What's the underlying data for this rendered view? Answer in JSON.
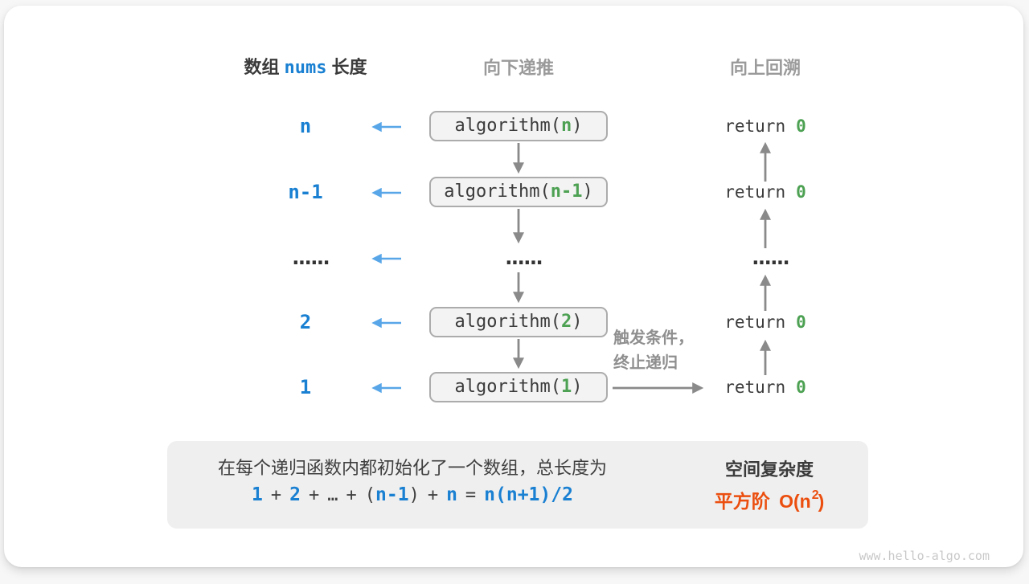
{
  "header": {
    "array_label_prefix": "数组",
    "array_label_code": "nums",
    "array_label_suffix": "长度",
    "recurse_down": "向下递推",
    "backtrack_up": "向上回溯"
  },
  "rows": [
    {
      "length": "n",
      "call_prefix": "algorithm(",
      "param": "n",
      "call_suffix": ")",
      "return_keyword": "return",
      "return_value": "0"
    },
    {
      "length": "n-1",
      "call_prefix": "algorithm(",
      "param": "n-1",
      "call_suffix": ")",
      "return_keyword": "return",
      "return_value": "0"
    },
    {
      "length": "......",
      "middle": "......",
      "right": "......"
    },
    {
      "length": "2",
      "call_prefix": "algorithm(",
      "param": "2",
      "call_suffix": ")",
      "return_keyword": "return",
      "return_value": "0"
    },
    {
      "length": "1",
      "call_prefix": "algorithm(",
      "param": "1",
      "call_suffix": ")",
      "return_keyword": "return",
      "return_value": "0"
    }
  ],
  "trigger": {
    "line1": "触发条件，",
    "line2": "终止递归"
  },
  "panel": {
    "description": "在每个递归函数内都初始化了一个数组，总长度为",
    "formula": [
      {
        "t": "1"
      },
      {
        "t": "+"
      },
      {
        "t": "2"
      },
      {
        "t": "+"
      },
      {
        "t": "…"
      },
      {
        "t": "+"
      },
      {
        "t": "("
      },
      {
        "t": "n-1"
      },
      {
        "t": ")"
      },
      {
        "t": "+"
      },
      {
        "t": "n"
      },
      {
        "t": "="
      },
      {
        "t": "n(n+1)/2"
      }
    ],
    "result_title": "空间复杂度",
    "result_prefix": "平方阶 O(n",
    "result_sup": "2",
    "result_suffix": ")"
  },
  "watermark": "www.hello-algo.com",
  "colors": {
    "accent_blue": "#1a80d2",
    "arrow_blue": "#58a6e8",
    "code_green": "#4da153",
    "arrow_gray": "#8a8a8a",
    "highlight_orange": "#eb4e0e",
    "panel_gray": "#efefef"
  }
}
